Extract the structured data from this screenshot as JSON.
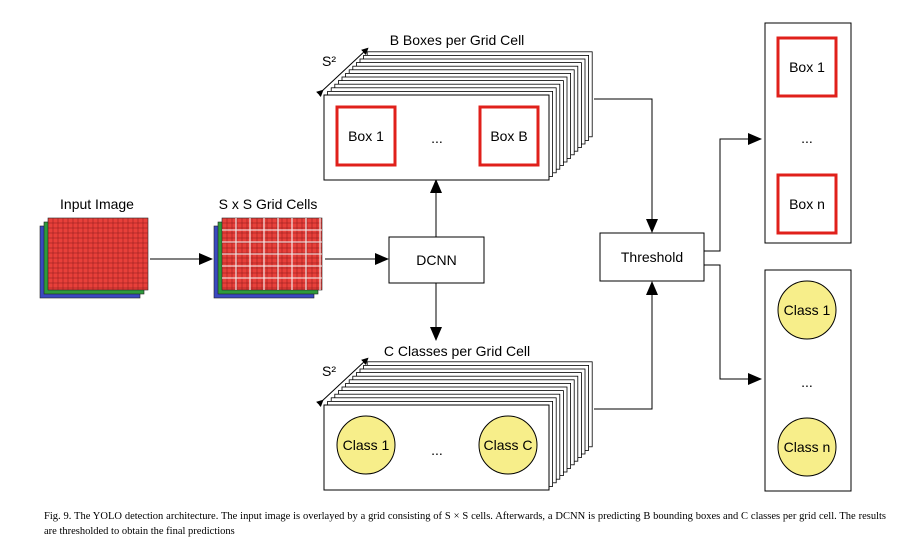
{
  "labels": {
    "input_image": "Input Image",
    "grid_cells": "S x S Grid Cells",
    "dcnn": "DCNN",
    "threshold": "Threshold",
    "boxes_title": "B Boxes per Grid Cell",
    "classes_title": "C Classes per Grid Cell",
    "s2": "S²",
    "ellipsis": "...",
    "box1": "Box 1",
    "boxB": "Box B",
    "class1": "Class 1",
    "classC": "Class C",
    "out_box1": "Box 1",
    "out_boxn": "Box n",
    "out_class1": "Class 1",
    "out_classn": "Class n"
  },
  "caption": "Fig. 9.  The YOLO detection architecture. The input image is overlayed by a grid consisting of S × S cells. Afterwards, a DCNN is predicting B bounding boxes and C classes per grid cell. The results are thresholded to obtain the final predictions",
  "colors": {
    "grid_red": "#e8403a",
    "grid_line": "#8b0000",
    "box_border": "#e0201b",
    "class_fill": "#f7ee8a",
    "green_layer": "#2e9a3c",
    "blue_layer": "#3a48c0"
  }
}
